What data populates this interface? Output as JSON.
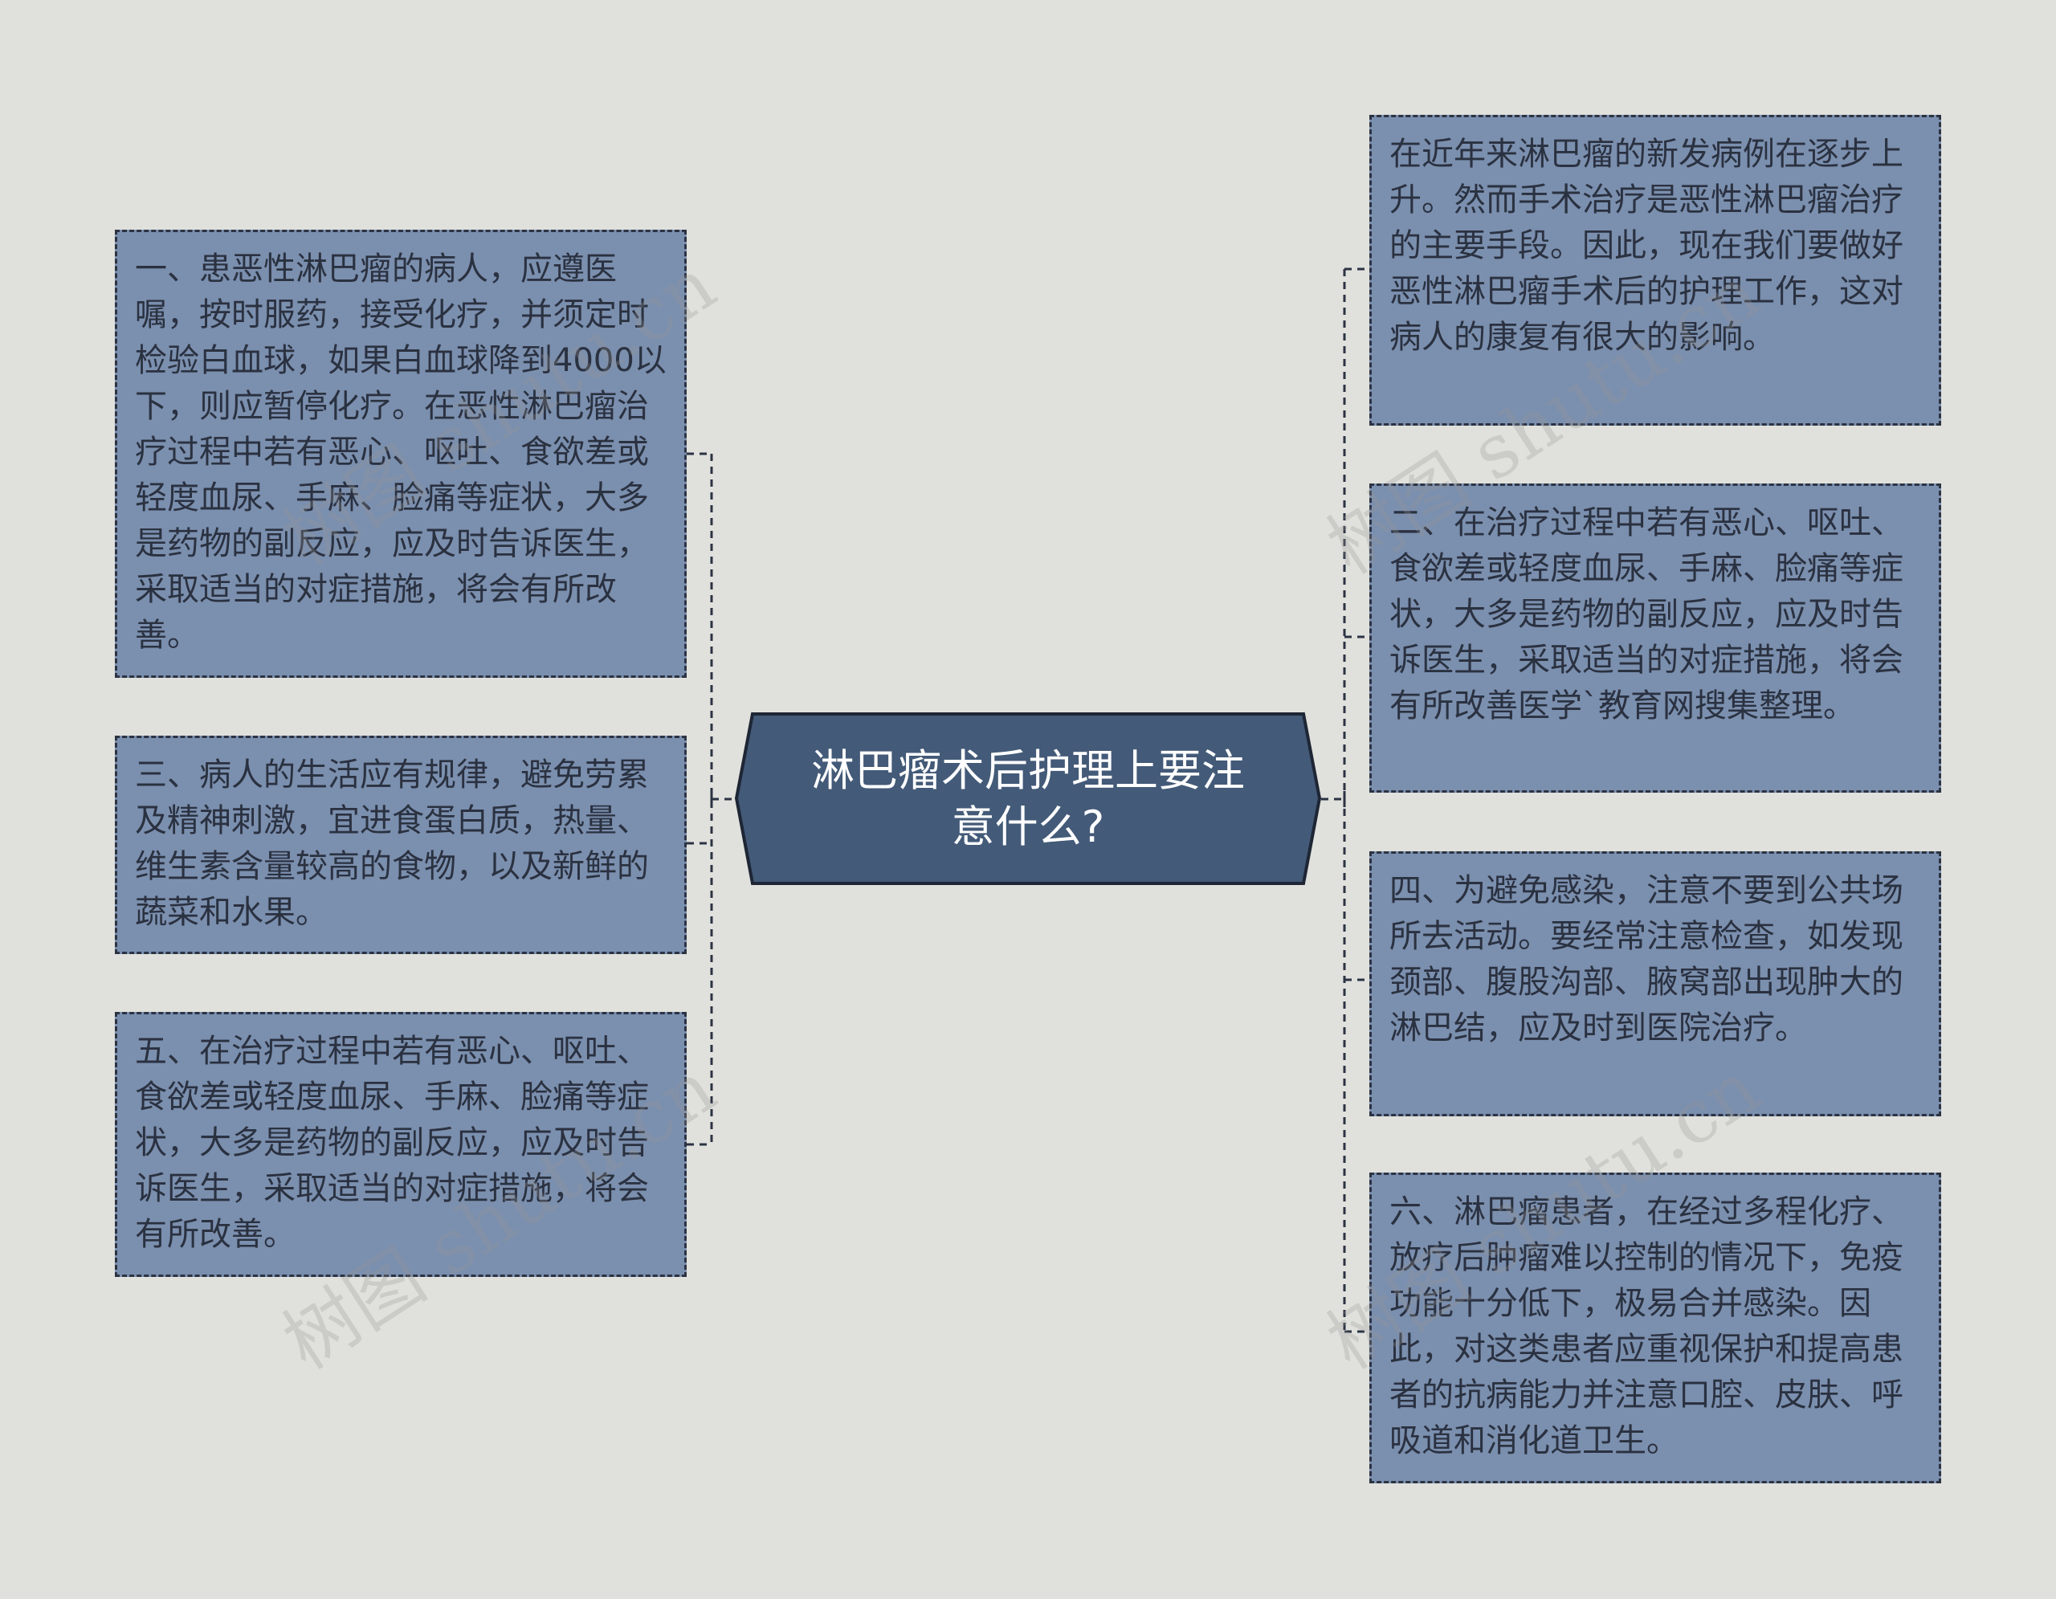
{
  "center": {
    "title": "淋巴瘤术后护理上要注意什么?"
  },
  "nodes": {
    "left_1": "一、患恶性淋巴瘤的病人，应遵医嘱，按时服药，接受化疗，并须定时检验白血球，如果白血球降到4000以下，则应暂停化疗。在恶性淋巴瘤治疗过程中若有恶心、呕吐、食欲差或轻度血尿、手麻、脸痛等症状，大多是药物的副反应，应及时告诉医生，采取适当的对症措施，将会有所改善。",
    "left_3": "三、病人的生活应有规律，避免劳累及精神刺激，宜进食蛋白质，热量、维生素含量较高的食物，以及新鲜的蔬菜和水果。",
    "left_5": "五、在治疗过程中若有恶心、呕吐、食欲差或轻度血尿、手麻、脸痛等症状，大多是药物的副反应，应及时告诉医生，采取适当的对症措施，将会有所改善。",
    "right_intro": "在近年来淋巴瘤的新发病例在逐步上升。然而手术治疗是恶性淋巴瘤治疗的主要手段。因此，现在我们要做好恶性淋巴瘤手术后的护理工作，这对病人的康复有很大的影响。",
    "right_2": "二、在治疗过程中若有恶心、呕吐、食欲差或轻度血尿、手麻、脸痛等症状，大多是药物的副反应，应及时告诉医生，采取适当的对症措施，将会有所改善医学`教育网搜集整理。",
    "right_4": "四、为避免感染，注意不要到公共场所去活动。要经常注意检查，如发现颈部、腹股沟部、腋窝部出现肿大的淋巴结，应及时到医院治疗。",
    "right_6": "六、淋巴瘤患者，在经过多程化疗、放疗后肿瘤难以控制的情况下，免疫功能十分低下，极易合并感染。因此，对这类患者应重视保护和提高患者的抗病能力并注意口腔、皮肤、呼吸道和消化道卫生。"
  },
  "watermark": "树图 shutu.cn",
  "colors": {
    "background": "#e0e1dc",
    "node_fill": "#7b8fae",
    "center_fill": "#435a78",
    "border": "#2b3343"
  }
}
